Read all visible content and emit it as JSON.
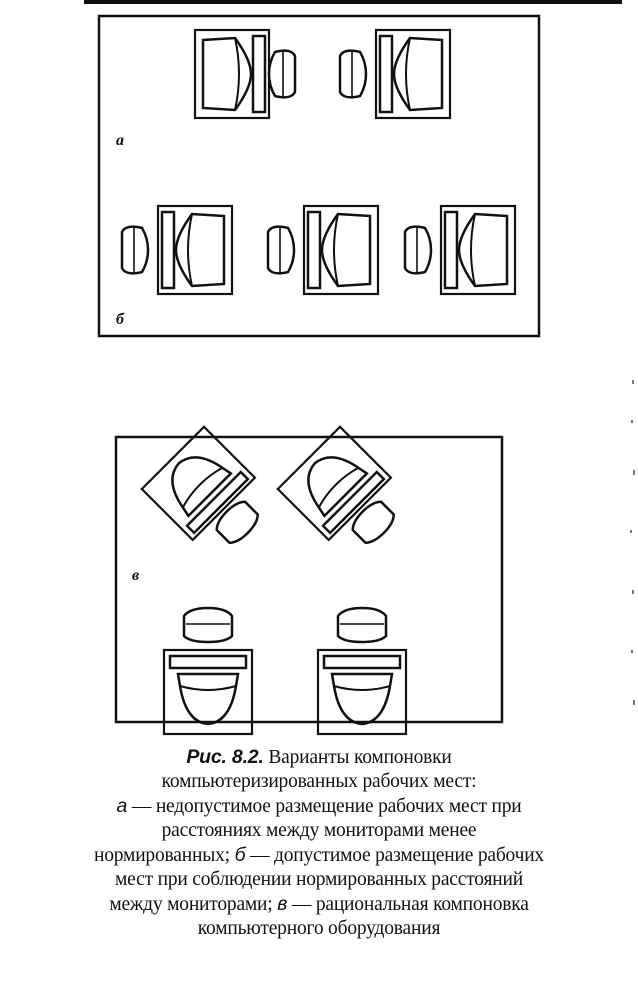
{
  "figure": {
    "panel_labels": {
      "a": "а",
      "b": "б",
      "v": "в"
    }
  },
  "caption": {
    "fig_label": "Рис. 8.2.",
    "line1_text": " Варианты компоновки",
    "line2": "компьютеризированных рабочих мест:",
    "line3_letter": "а",
    "line3_text": " — недопустимое размещение рабочих мест при",
    "line4": "расстояниях между мониторами менее",
    "line5_text_a": "нормированных; ",
    "line5_letter": "б",
    "line5_text_b": " — допустимое размещение рабочих",
    "line6": "мест при соблюдении нормированных расстояний",
    "line7_text_a": "между мониторами; ",
    "line7_letter": "в",
    "line7_text_b": " — рациональная компоновка",
    "line8": "компьютерного оборудования"
  }
}
